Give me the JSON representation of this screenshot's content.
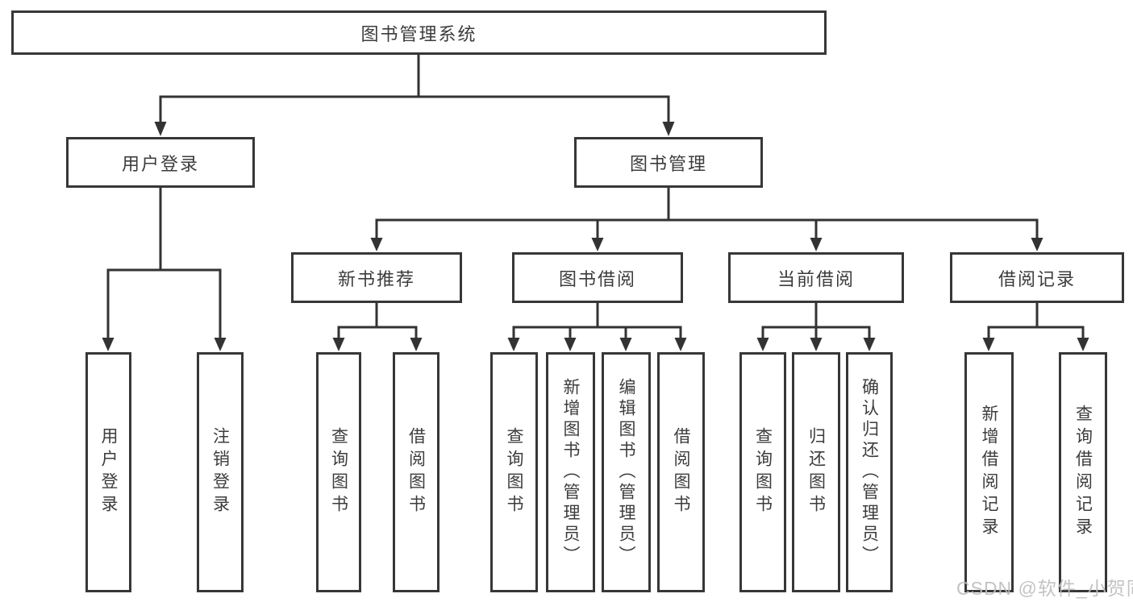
{
  "diagram": {
    "root": "图书管理系统",
    "level2": [
      "用户登录",
      "图书管理"
    ],
    "level3": [
      "新书推荐",
      "图书借阅",
      "当前借阅",
      "借阅记录"
    ],
    "leaves": {
      "login": [
        "用户登录",
        "注销登录"
      ],
      "recommend": [
        "查询图书",
        "借阅图书"
      ],
      "borrow": [
        "查询图书",
        "新增图书（管理员）",
        "编辑图书（管理员）",
        "借阅图书"
      ],
      "current": [
        "查询图书",
        "归还图书",
        "确认归还（管理员）"
      ],
      "records": [
        "新增借阅记录",
        "查询借阅记录"
      ]
    }
  },
  "watermark": "CSDN @软件_小贺同学",
  "colors": {
    "line": "#333333",
    "border": "#373737",
    "text": "#3c3c3c",
    "watermark": "#bebebe"
  }
}
